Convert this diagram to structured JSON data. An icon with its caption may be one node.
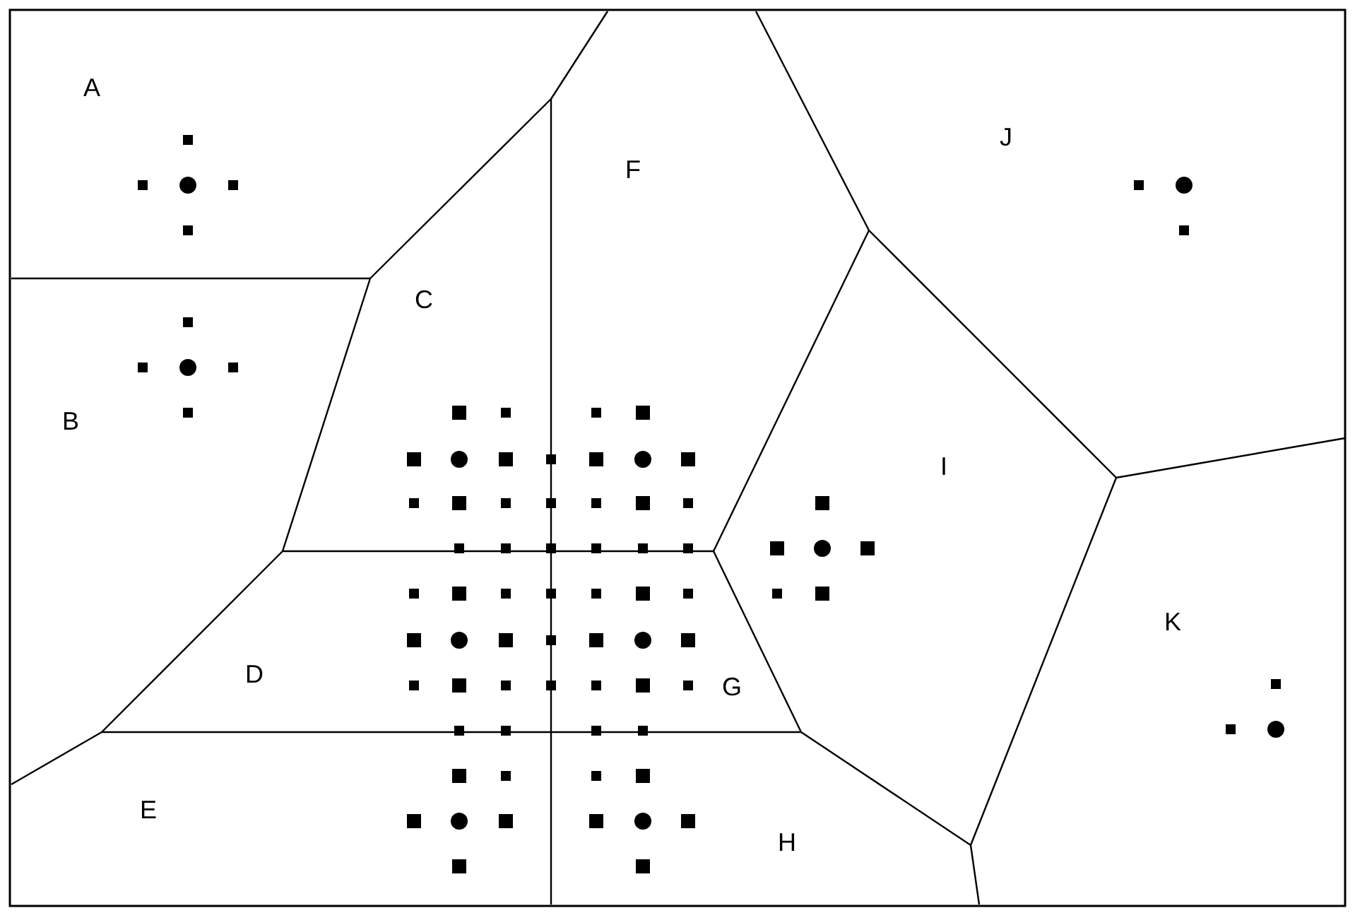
{
  "diagram": {
    "labels": [
      "A",
      "J",
      "F",
      "C",
      "B",
      "I",
      "K",
      "D",
      "G",
      "E",
      "H"
    ]
  }
}
